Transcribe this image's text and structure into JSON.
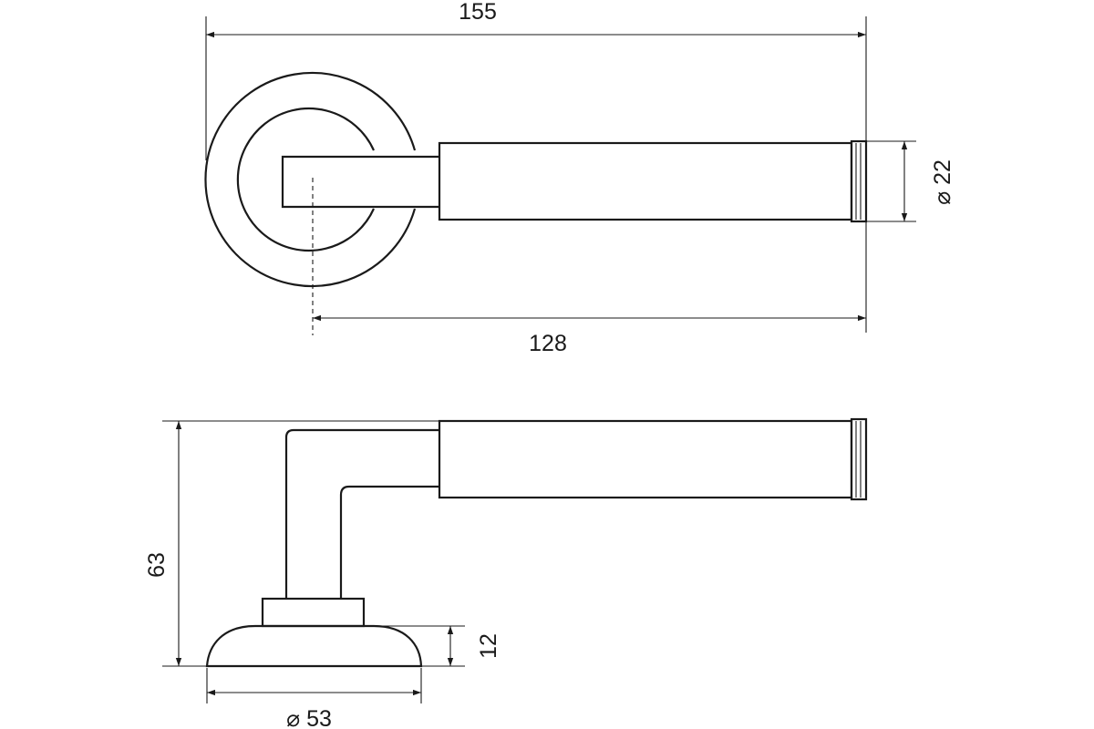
{
  "dimensions": {
    "overall_length": "155",
    "lever_length": "128",
    "grip_diameter": "⌀ 22",
    "height": "63",
    "rose_height": "12",
    "rose_diameter": "⌀ 53"
  }
}
